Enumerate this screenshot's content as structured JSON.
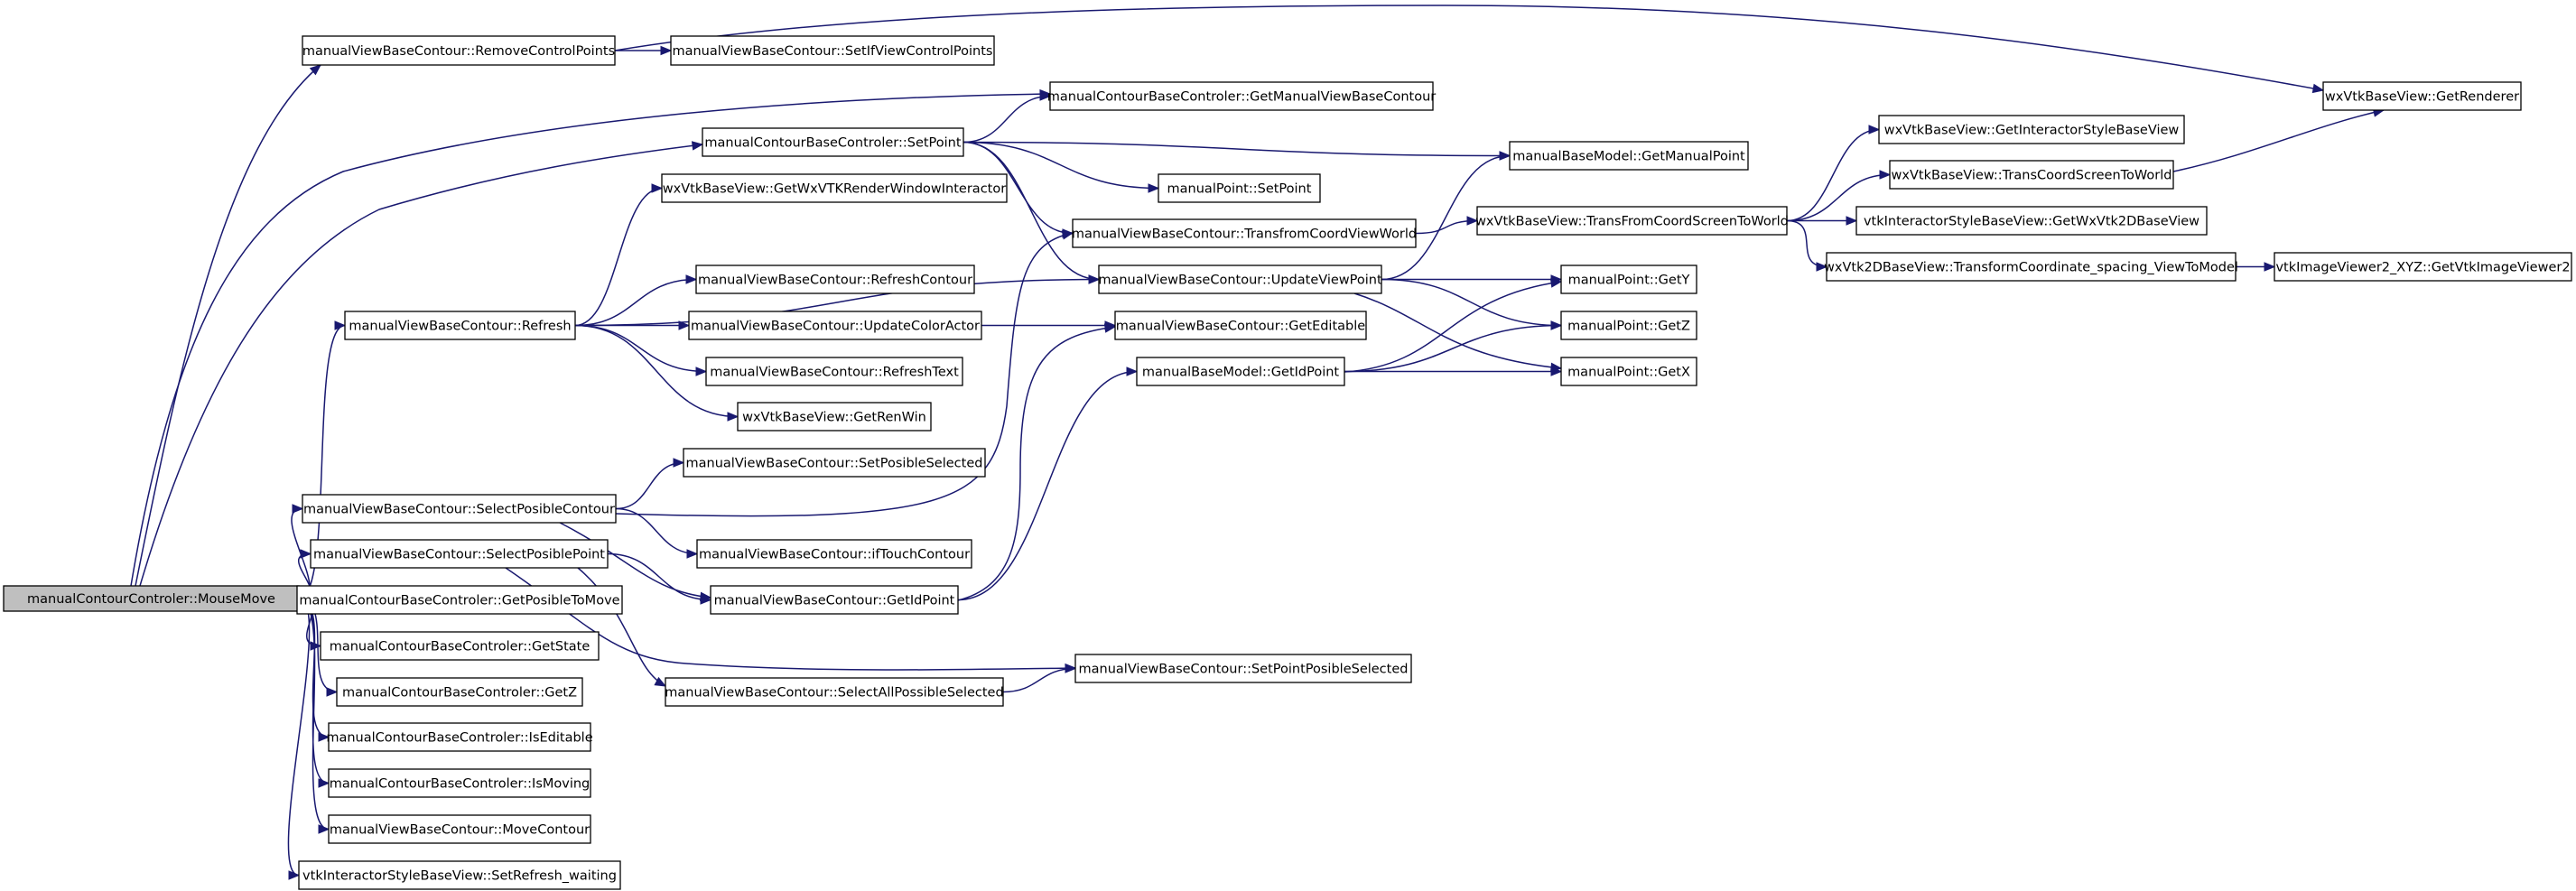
{
  "colors": {
    "edge": "#191970",
    "node_border": "#000000",
    "root_fill": "#bfbfbf",
    "node_fill": "#ffffff"
  },
  "nodes": [
    {
      "id": "n0",
      "label": "manualContourControler::MouseMove",
      "root": true
    },
    {
      "id": "n1",
      "label": "manualViewBaseContour::RemoveControlPoints"
    },
    {
      "id": "n2",
      "label": "manualViewBaseContour::SetIfViewControlPoints"
    },
    {
      "id": "n3",
      "label": "wxVtkBaseView::GetRenderer"
    },
    {
      "id": "n4",
      "label": "manualContourBaseControler::GetManualViewBaseContour"
    },
    {
      "id": "n5",
      "label": "manualContourBaseControler::SetPoint"
    },
    {
      "id": "n6",
      "label": "manualBaseModel::GetManualPoint"
    },
    {
      "id": "n7",
      "label": "manualPoint::SetPoint"
    },
    {
      "id": "n8",
      "label": "wxVtkBaseView::GetWxVTKRenderWindowInteractor"
    },
    {
      "id": "n9",
      "label": "manualViewBaseContour::TransfromCoordViewWorld"
    },
    {
      "id": "n10",
      "label": "wxVtkBaseView::TransFromCoordScreenToWorld"
    },
    {
      "id": "n11",
      "label": "wxVtkBaseView::GetInteractorStyleBaseView"
    },
    {
      "id": "n12",
      "label": "wxVtkBaseView::TransCoordScreenToWorld"
    },
    {
      "id": "n13",
      "label": "vtkInteractorStyleBaseView::GetWxVtk2DBaseView"
    },
    {
      "id": "n14",
      "label": "wxVtk2DBaseView::TransformCoordinate_spacing_ViewToModel"
    },
    {
      "id": "n15",
      "label": "vtkImageViewer2_XYZ::GetVtkImageViewer2"
    },
    {
      "id": "n16",
      "label": "manualViewBaseContour::Refresh"
    },
    {
      "id": "n17",
      "label": "manualViewBaseContour::RefreshContour"
    },
    {
      "id": "n18",
      "label": "manualViewBaseContour::UpdateViewPoint"
    },
    {
      "id": "n19",
      "label": "manualPoint::GetY"
    },
    {
      "id": "n20",
      "label": "manualViewBaseContour::UpdateColorActor"
    },
    {
      "id": "n21",
      "label": "manualViewBaseContour::GetEditable"
    },
    {
      "id": "n22",
      "label": "manualPoint::GetZ"
    },
    {
      "id": "n23",
      "label": "manualViewBaseContour::RefreshText"
    },
    {
      "id": "n24",
      "label": "manualBaseModel::GetIdPoint"
    },
    {
      "id": "n25",
      "label": "manualPoint::GetX"
    },
    {
      "id": "n26",
      "label": "wxVtkBaseView::GetRenWin"
    },
    {
      "id": "n27",
      "label": "manualViewBaseContour::SetPosibleSelected"
    },
    {
      "id": "n28",
      "label": "manualViewBaseContour::SelectPosibleContour"
    },
    {
      "id": "n29",
      "label": "manualViewBaseContour::ifTouchContour"
    },
    {
      "id": "n30",
      "label": "manualViewBaseContour::SelectPosiblePoint"
    },
    {
      "id": "n31",
      "label": "manualViewBaseContour::GetIdPoint"
    },
    {
      "id": "n32",
      "label": "manualContourBaseControler::GetPosibleToMove"
    },
    {
      "id": "n33",
      "label": "manualContourBaseControler::GetState"
    },
    {
      "id": "n34",
      "label": "manualViewBaseContour::SetPointPosibleSelected"
    },
    {
      "id": "n35",
      "label": "manualContourBaseControler::GetZ"
    },
    {
      "id": "n36",
      "label": "manualViewBaseContour::SelectAllPossibleSelected"
    },
    {
      "id": "n37",
      "label": "manualContourBaseControler::IsEditable"
    },
    {
      "id": "n38",
      "label": "manualContourBaseControler::IsMoving"
    },
    {
      "id": "n39",
      "label": "manualViewBaseContour::MoveContour"
    },
    {
      "id": "n40",
      "label": "vtkInteractorStyleBaseView::SetRefresh_waiting"
    }
  ],
  "edges": [
    [
      "n0",
      "n1"
    ],
    [
      "n0",
      "n5"
    ],
    [
      "n0",
      "n16"
    ],
    [
      "n0",
      "n28"
    ],
    [
      "n0",
      "n30"
    ],
    [
      "n0",
      "n32"
    ],
    [
      "n0",
      "n33"
    ],
    [
      "n0",
      "n35"
    ],
    [
      "n0",
      "n37"
    ],
    [
      "n0",
      "n38"
    ],
    [
      "n0",
      "n39"
    ],
    [
      "n0",
      "n40"
    ],
    [
      "n0",
      "n4"
    ],
    [
      "n1",
      "n2"
    ],
    [
      "n1",
      "n3"
    ],
    [
      "n5",
      "n4"
    ],
    [
      "n5",
      "n6"
    ],
    [
      "n5",
      "n7"
    ],
    [
      "n5",
      "n9"
    ],
    [
      "n5",
      "n18"
    ],
    [
      "n9",
      "n10"
    ],
    [
      "n10",
      "n11"
    ],
    [
      "n10",
      "n12"
    ],
    [
      "n10",
      "n13"
    ],
    [
      "n10",
      "n14"
    ],
    [
      "n12",
      "n3"
    ],
    [
      "n14",
      "n15"
    ],
    [
      "n16",
      "n8"
    ],
    [
      "n16",
      "n17"
    ],
    [
      "n16",
      "n18"
    ],
    [
      "n16",
      "n20"
    ],
    [
      "n16",
      "n23"
    ],
    [
      "n16",
      "n26"
    ],
    [
      "n18",
      "n6"
    ],
    [
      "n18",
      "n19"
    ],
    [
      "n18",
      "n22"
    ],
    [
      "n18",
      "n25"
    ],
    [
      "n20",
      "n21"
    ],
    [
      "n24",
      "n19"
    ],
    [
      "n24",
      "n22"
    ],
    [
      "n24",
      "n25"
    ],
    [
      "n28",
      "n9"
    ],
    [
      "n28",
      "n27"
    ],
    [
      "n28",
      "n29"
    ],
    [
      "n28",
      "n31"
    ],
    [
      "n30",
      "n31"
    ],
    [
      "n30",
      "n34"
    ],
    [
      "n30",
      "n36"
    ],
    [
      "n31",
      "n21"
    ],
    [
      "n31",
      "n24"
    ],
    [
      "n36",
      "n34"
    ]
  ]
}
